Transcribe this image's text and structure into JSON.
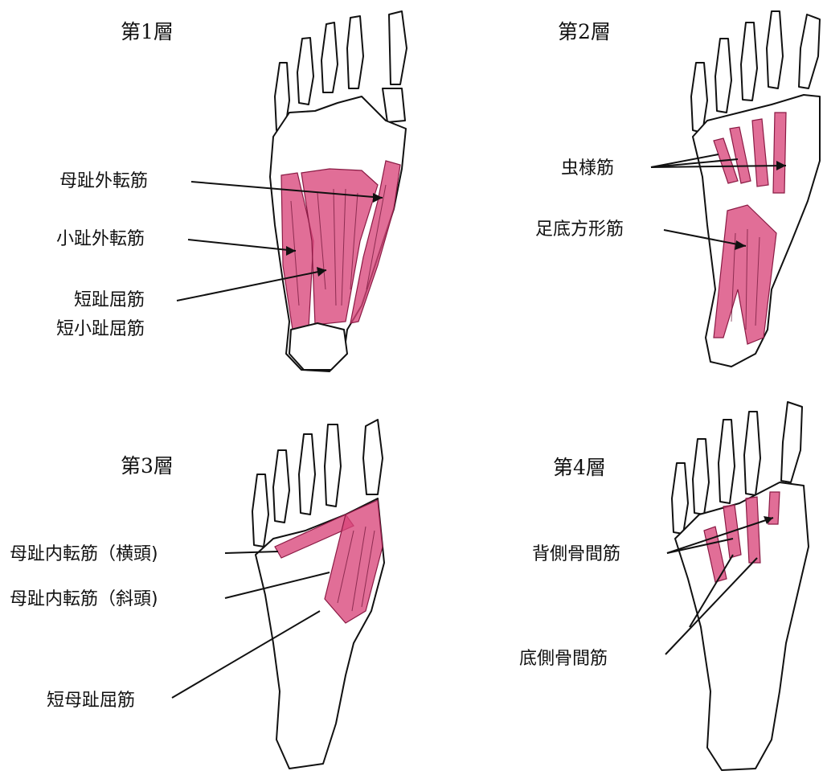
{
  "panels": [
    {
      "title": "第1層",
      "labels": [
        "母趾外転筋",
        "小趾外転筋",
        "短趾屈筋",
        "短小趾屈筋"
      ]
    },
    {
      "title": "第2層",
      "labels": [
        "虫様筋",
        "足底方形筋"
      ]
    },
    {
      "title": "第3層",
      "labels": [
        "母趾内転筋（横頭)",
        "母趾内転筋（斜頭)",
        "短母趾屈筋"
      ]
    },
    {
      "title": "第4層",
      "labels": [
        "背側骨間筋",
        "底側骨間筋"
      ]
    }
  ],
  "colors": {
    "muscle": "#d9457a",
    "outline": "#111111",
    "background": "#ffffff"
  }
}
